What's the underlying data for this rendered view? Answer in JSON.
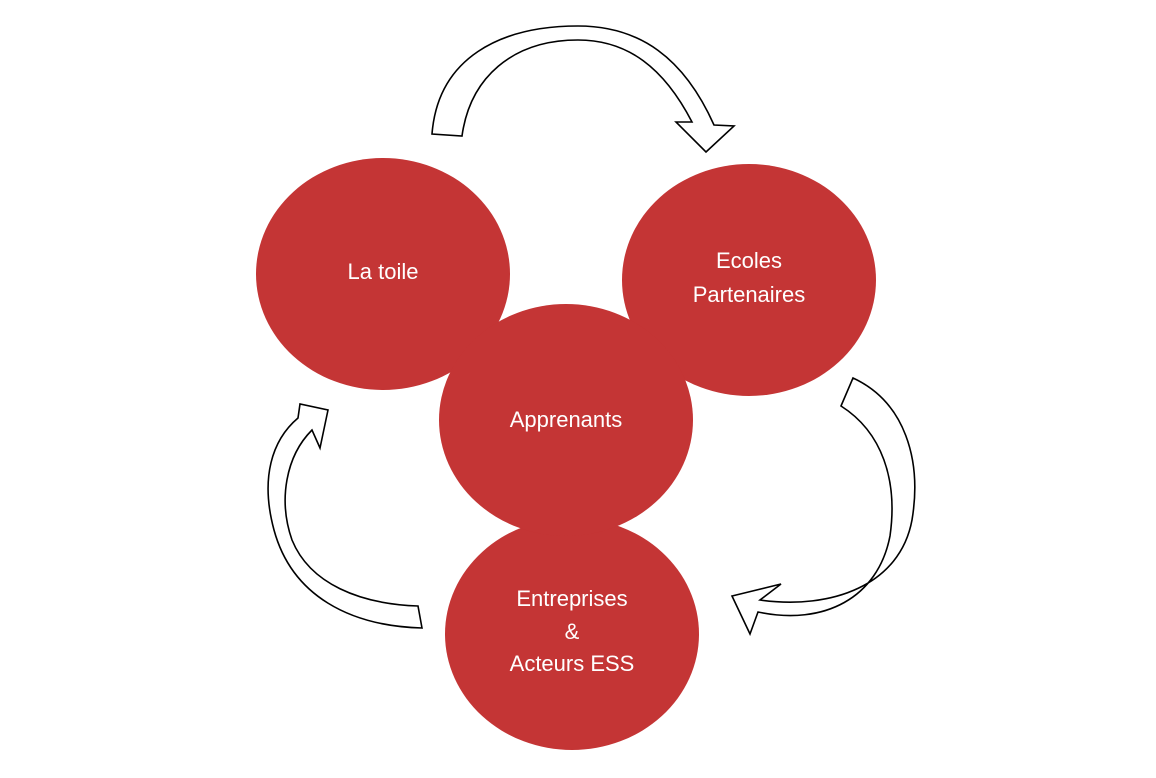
{
  "nodes": {
    "toile": {
      "label": "La toile"
    },
    "ecoles": {
      "line1": "Ecoles",
      "line2": "Partenaires"
    },
    "apprenants": {
      "label": "Apprenants"
    },
    "entreprises": {
      "line1": "Entreprises",
      "line2": "&",
      "line3": "Acteurs ESS"
    }
  },
  "colors": {
    "node_fill": "#c43535",
    "label_text": "#ffffff",
    "arrow_fill": "#ffffff",
    "arrow_stroke": "#000000"
  }
}
